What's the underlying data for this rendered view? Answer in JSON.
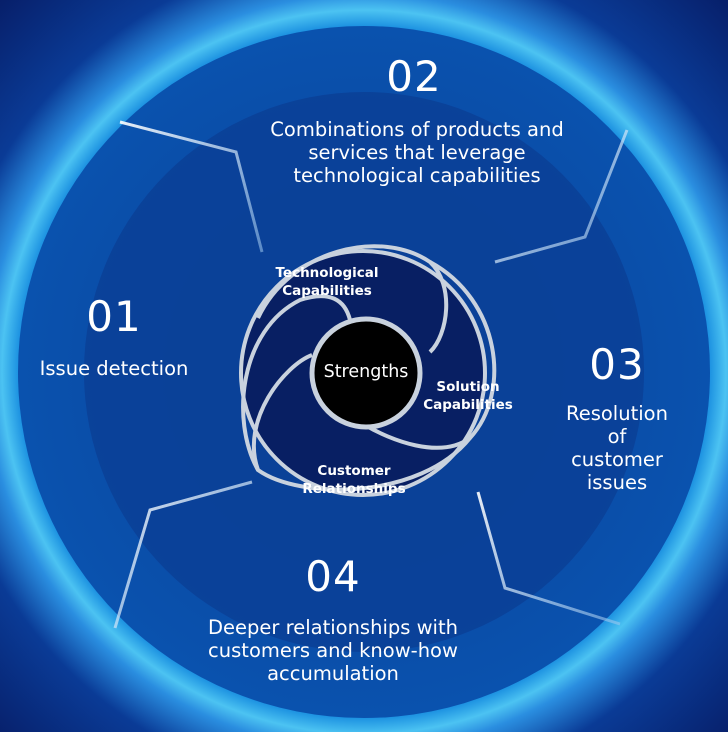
{
  "steps": [
    {
      "number": "01",
      "text": "Issue detection"
    },
    {
      "number": "02",
      "text": "Combinations of products and\nservices that leverage\ntechnological capabilities"
    },
    {
      "number": "03",
      "text": "Resolution of\ncustomer issues"
    },
    {
      "number": "04",
      "text": "Deeper relationships with\ncustomers and know-how\naccumulation"
    }
  ],
  "capabilities": [
    {
      "text": "Technological\nCapabilities"
    },
    {
      "text": "Solution\nCapabilities"
    },
    {
      "text": "Customer\nRelationships"
    }
  ],
  "core": {
    "text": "Strengths"
  },
  "colors": {
    "outer_ring": "#0a4da6",
    "inner_ring": "#0a3f96",
    "aperture_disc": "#071c5c",
    "core_fill": "#000000",
    "ring_stroke": "#c9d2de",
    "divider_glow": "#cfe4f8"
  }
}
